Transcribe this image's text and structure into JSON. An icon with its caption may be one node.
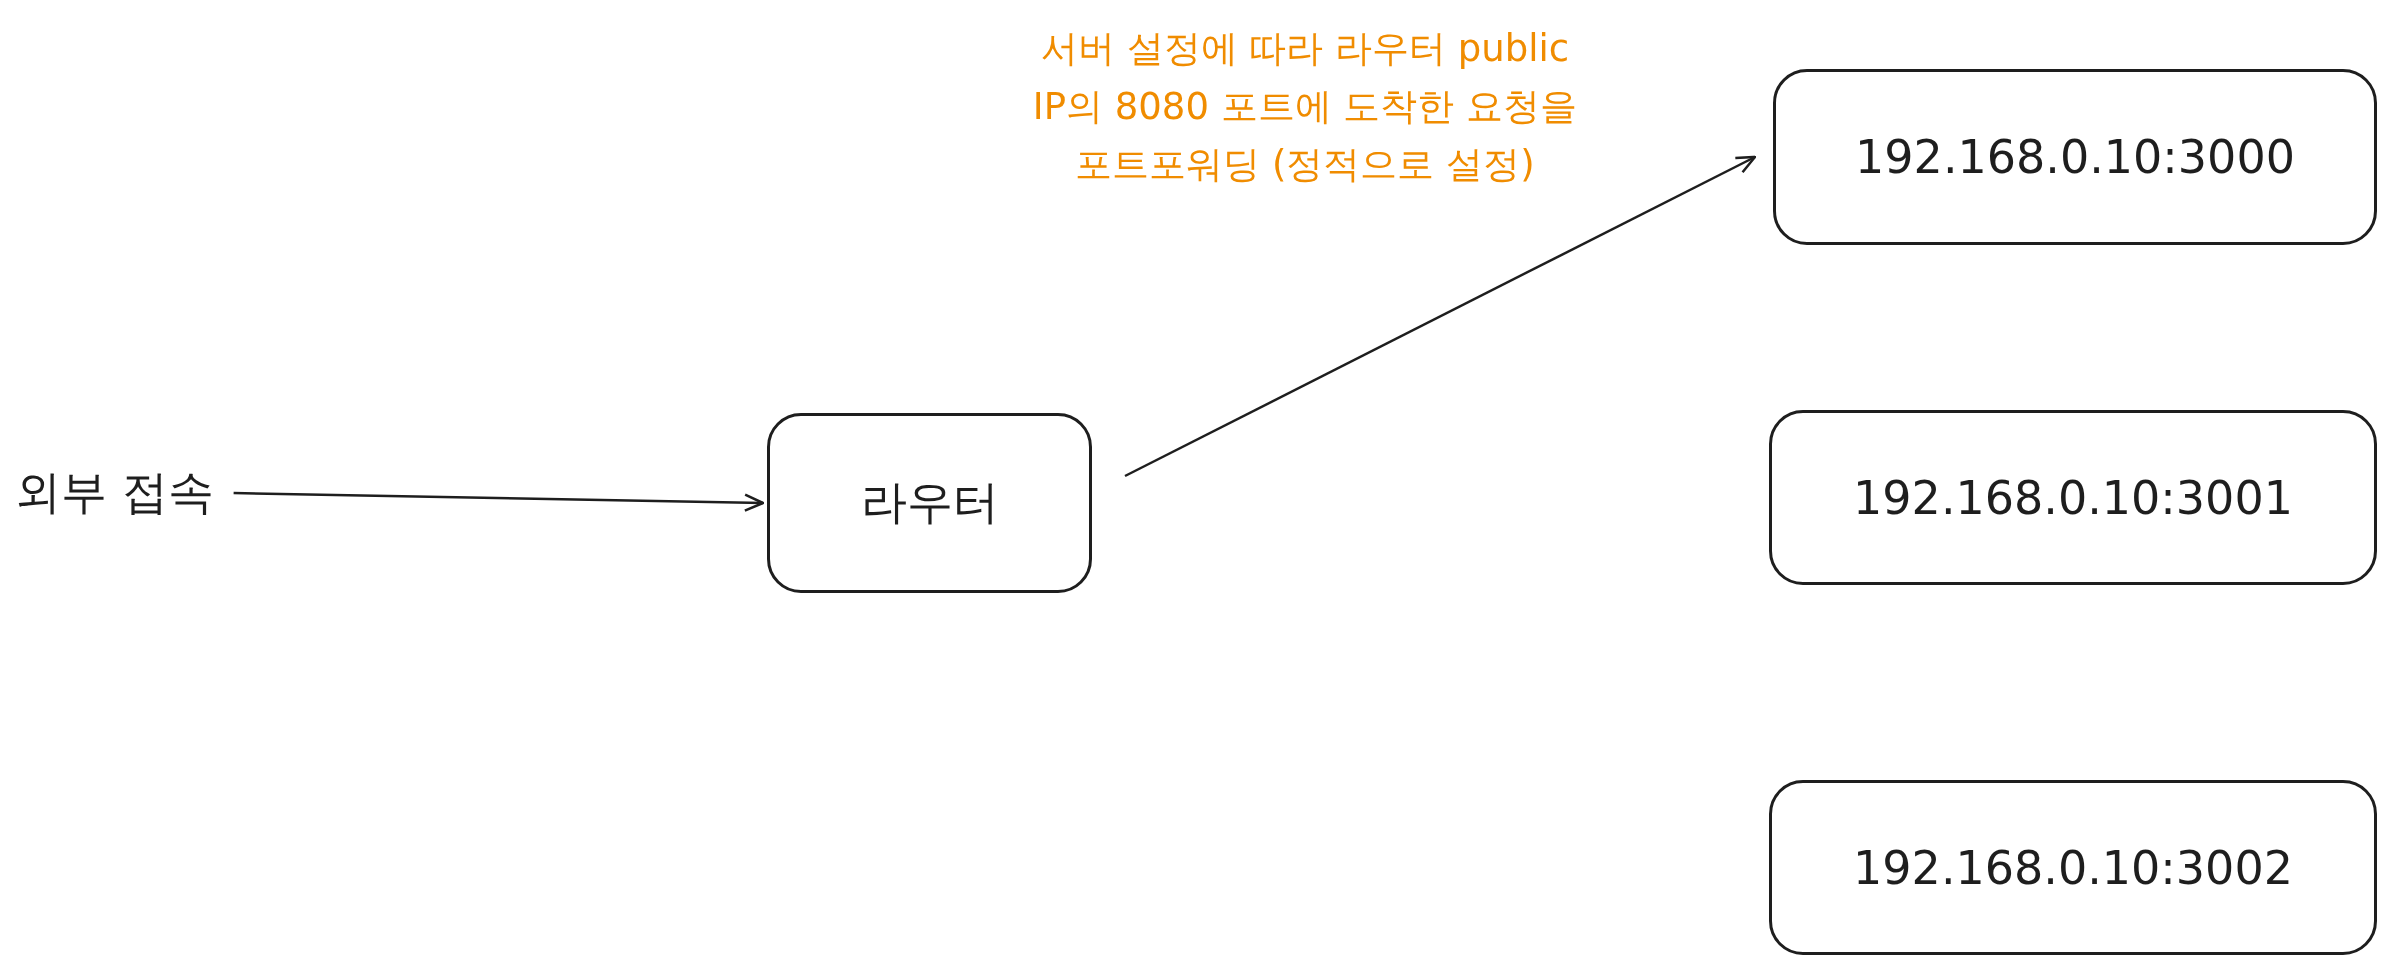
{
  "diagram": {
    "nodes": [
      {
        "text": [
          "외부 접속"
        ]
      },
      {
        "text": [
          "라우터"
        ]
      },
      {
        "text": [
          "192.168.0.10:3000"
        ]
      },
      {
        "text": [
          "192.168.0.10:3001"
        ]
      },
      {
        "text": [
          "192.168.0.10:3002"
        ]
      }
    ],
    "edges": [
      {
        "from": 0,
        "to": 1,
        "arrow": "to"
      },
      {
        "from": 1,
        "to": 2,
        "arrow": "to",
        "label": "서버 설정에 따라 라우터 public IP의 8080 포트에 도착한 요청을 포트포워딩 (정적으로 설정)"
      }
    ]
  }
}
